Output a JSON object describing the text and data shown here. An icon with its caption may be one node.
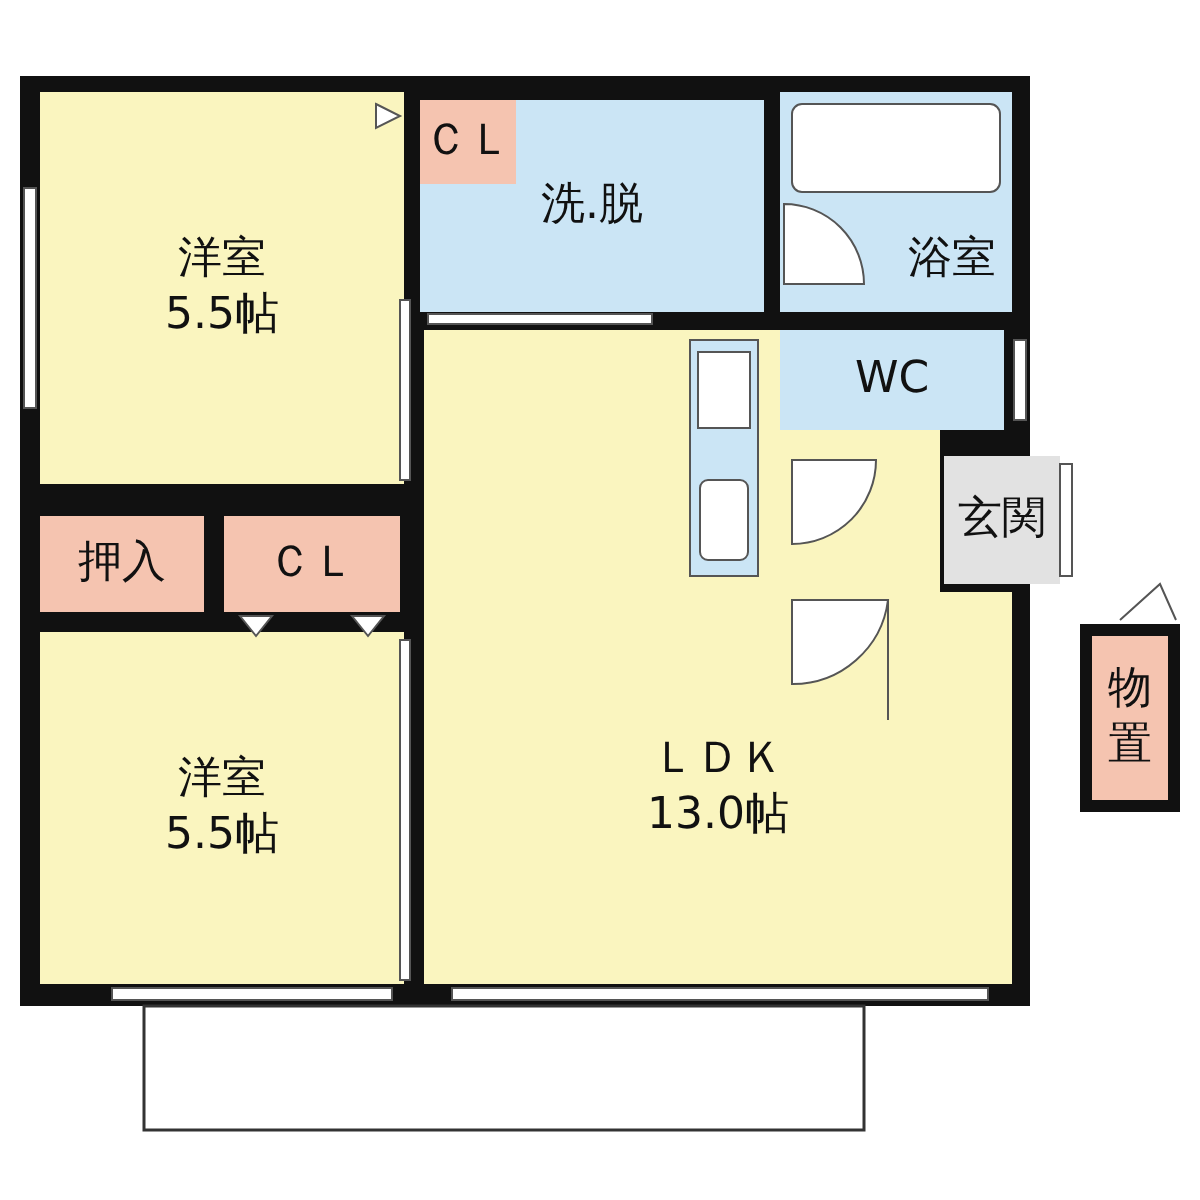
{
  "diagram": {
    "nodes": [
      {
        "text": [
          "洋室",
          "5.5帖"
        ]
      },
      {
        "text": [
          "ＣＬ"
        ],
        "in": 2
      },
      {
        "text": [
          "洗.脱"
        ]
      },
      {
        "text": [
          "浴室"
        ]
      },
      {
        "text": [
          "WC"
        ]
      },
      {
        "text": [
          "玄関"
        ]
      },
      {
        "text": [
          "押入"
        ]
      },
      {
        "text": [
          "ＣＬ"
        ]
      },
      {
        "text": [
          "物置"
        ]
      },
      {
        "text": [
          "洋室",
          "5.5帖"
        ]
      },
      {
        "text": [
          "ＬＤＫ",
          "13.0帖"
        ]
      }
    ]
  }
}
